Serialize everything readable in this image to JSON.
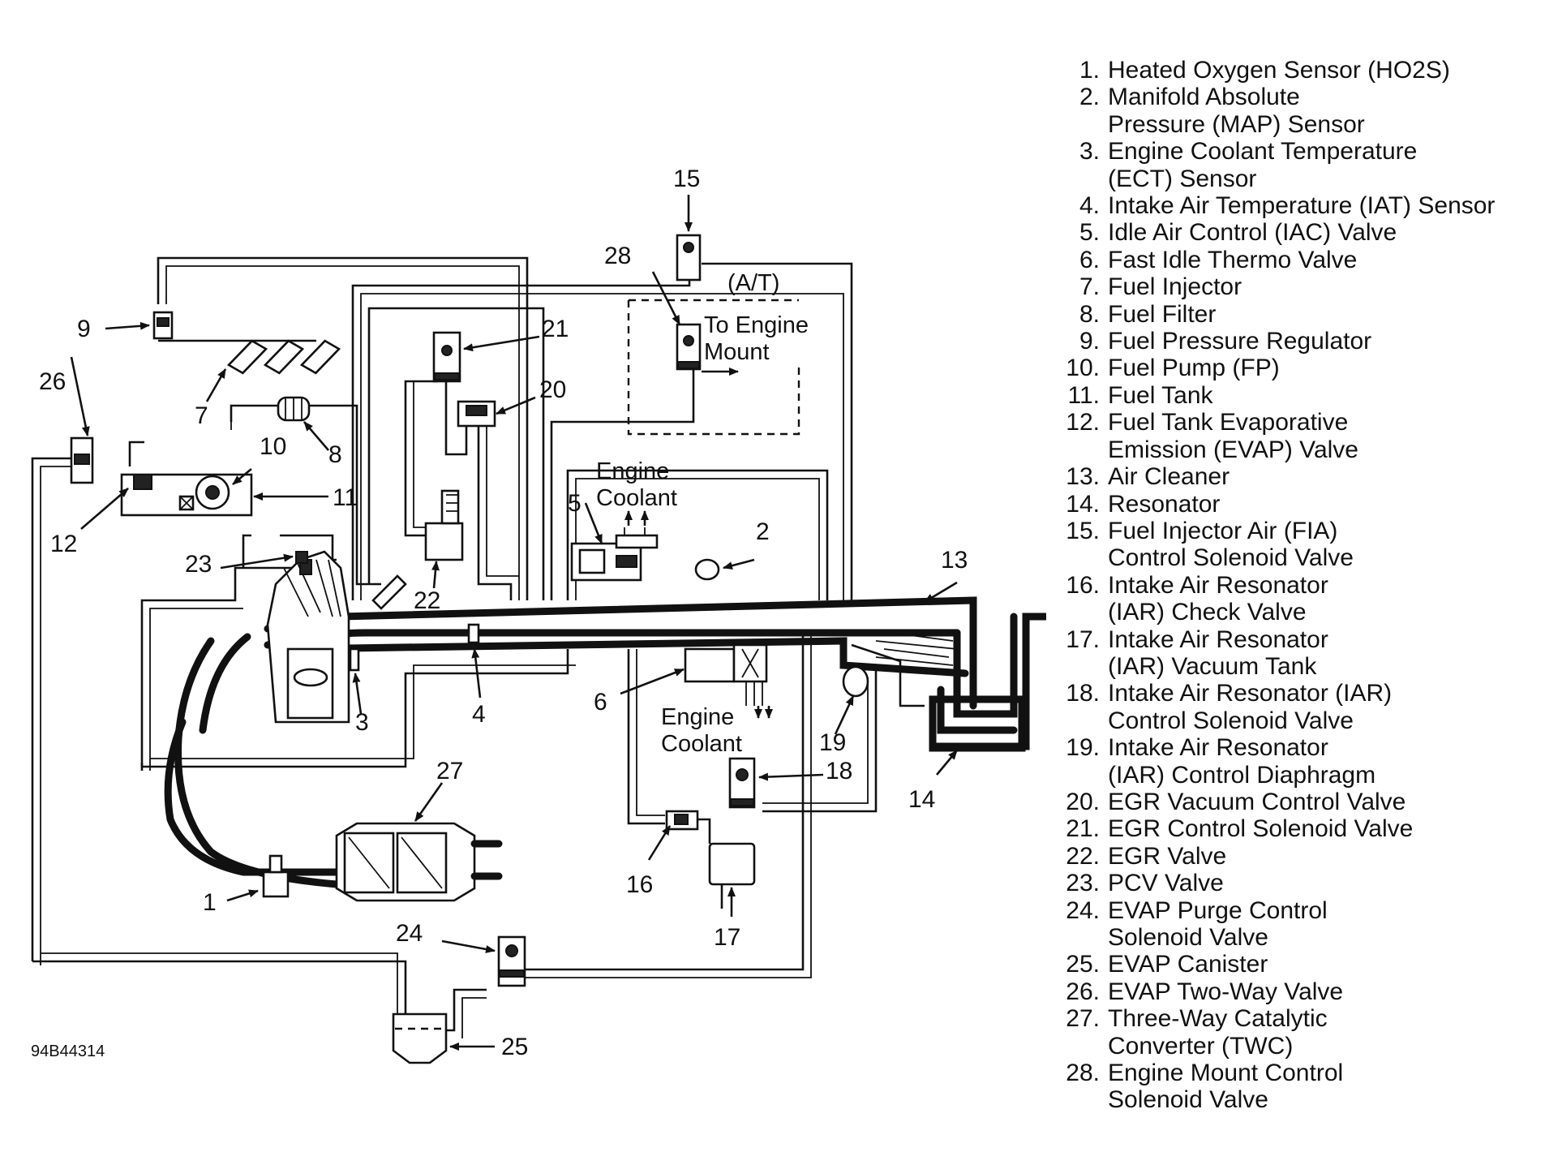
{
  "diagram_code": "94B44314",
  "labels": {
    "at": "(A/T)",
    "engine_mount_line1": "To Engine",
    "engine_mount_line2": "Mount",
    "coolant_top_line1": "Engine",
    "coolant_top_line2": "Coolant",
    "coolant_bottom_line1": "Engine",
    "coolant_bottom_line2": "Coolant"
  },
  "callouts": [
    "1",
    "2",
    "3",
    "4",
    "5",
    "6",
    "7",
    "8",
    "9",
    "10",
    "11",
    "12",
    "13",
    "14",
    "15",
    "16",
    "17",
    "18",
    "19",
    "20",
    "21",
    "22",
    "23",
    "24",
    "25",
    "26",
    "27",
    "28"
  ],
  "legend": [
    {
      "num": "1.",
      "text": "Heated Oxygen Sensor (HO2S)"
    },
    {
      "num": "2.",
      "text": "Manifold Absolute\nPressure (MAP) Sensor"
    },
    {
      "num": "3.",
      "text": "Engine Coolant Temperature\n(ECT) Sensor"
    },
    {
      "num": "4.",
      "text": "Intake Air Temperature (IAT) Sensor"
    },
    {
      "num": "5.",
      "text": "Idle Air Control (IAC) Valve"
    },
    {
      "num": "6.",
      "text": "Fast Idle Thermo Valve"
    },
    {
      "num": "7.",
      "text": "Fuel Injector"
    },
    {
      "num": "8.",
      "text": "Fuel Filter"
    },
    {
      "num": "9.",
      "text": "Fuel Pressure Regulator"
    },
    {
      "num": "10.",
      "text": "Fuel Pump (FP)"
    },
    {
      "num": "11.",
      "text": "Fuel Tank"
    },
    {
      "num": "12.",
      "text": "Fuel Tank Evaporative\nEmission (EVAP) Valve"
    },
    {
      "num": "13.",
      "text": "Air Cleaner"
    },
    {
      "num": "14.",
      "text": "Resonator"
    },
    {
      "num": "15.",
      "text": "Fuel Injector Air (FIA)\nControl Solenoid Valve"
    },
    {
      "num": "16.",
      "text": "Intake Air Resonator\n(IAR) Check Valve"
    },
    {
      "num": "17.",
      "text": "Intake Air Resonator\n(IAR) Vacuum Tank"
    },
    {
      "num": "18.",
      "text": "Intake Air Resonator (IAR)\nControl Solenoid Valve"
    },
    {
      "num": "19.",
      "text": "Intake Air Resonator\n(IAR) Control Diaphragm"
    },
    {
      "num": "20.",
      "text": "EGR Vacuum Control Valve"
    },
    {
      "num": "21.",
      "text": "EGR Control Solenoid Valve"
    },
    {
      "num": "22.",
      "text": "EGR Valve"
    },
    {
      "num": "23.",
      "text": "PCV Valve"
    },
    {
      "num": "24.",
      "text": "EVAP Purge Control\nSolenoid Valve"
    },
    {
      "num": "25.",
      "text": "EVAP Canister"
    },
    {
      "num": "26.",
      "text": "EVAP Two-Way Valve"
    },
    {
      "num": "27.",
      "text": "Three-Way Catalytic\nConverter (TWC)"
    },
    {
      "num": "28.",
      "text": "Engine Mount Control\nSolenoid Valve"
    }
  ]
}
